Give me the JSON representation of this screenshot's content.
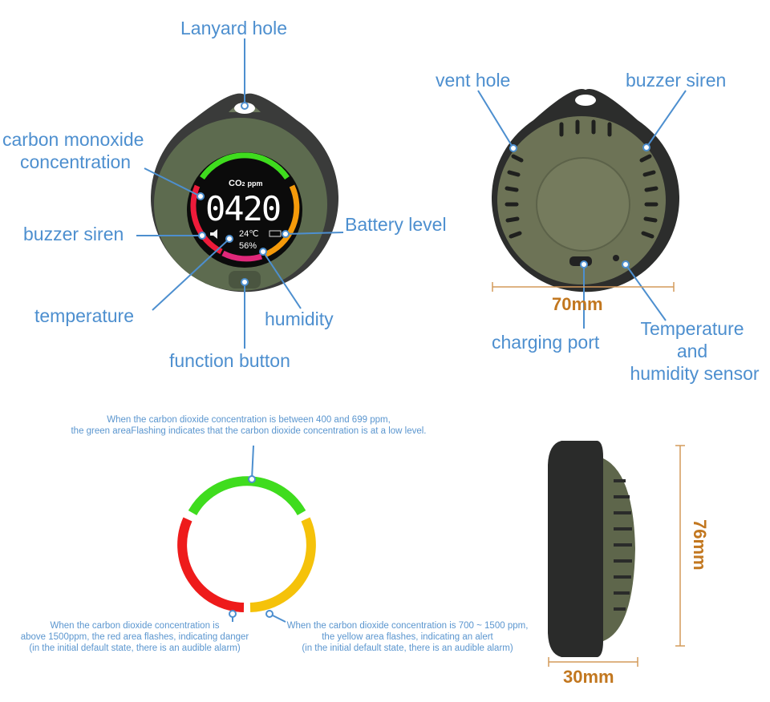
{
  "front": {
    "lanyard_hole": "Lanyard hole",
    "co_line1": "carbon monoxide",
    "co_line2": "concentration",
    "buzzer_siren": "buzzer siren",
    "temperature": "temperature",
    "function_button": "function button",
    "humidity": "humidity",
    "battery_level": "Battery level",
    "screen": {
      "co2_label": "CO",
      "co2_sub": "2",
      "unit": "ppm",
      "reading": "0420",
      "temp": "24℃",
      "humidity": "56%"
    }
  },
  "back": {
    "vent_hole": "vent hole",
    "buzzer_siren": "buzzer siren",
    "width": "70mm",
    "charging_port": "charging port",
    "sensor_line1": "Temperature",
    "sensor_line2": "and",
    "sensor_line3": "humidity sensor"
  },
  "side": {
    "height": "76mm",
    "depth": "30mm"
  },
  "ring": {
    "green_note_1": "When the carbon dioxide concentration is between 400 and 699 ppm,",
    "green_note_2": "the green areaFlashing indicates that the carbon dioxide concentration is at a low level.",
    "red_note_1": "When the carbon dioxide concentration is",
    "red_note_2": "above 1500ppm, the red area flashes, indicating danger",
    "red_note_3": "(in the initial default state, there is an audible alarm)",
    "yellow_note_1": "When the carbon dioxide concentration is 700 ~ 1500 ppm,",
    "yellow_note_2": "the yellow area flashes, indicating an alert",
    "yellow_note_3": "(in the initial default state, there is an audible alarm)",
    "colors": {
      "green": "#3fdc1e",
      "red": "#ee1b1b",
      "yellow": "#f5c20a"
    }
  }
}
